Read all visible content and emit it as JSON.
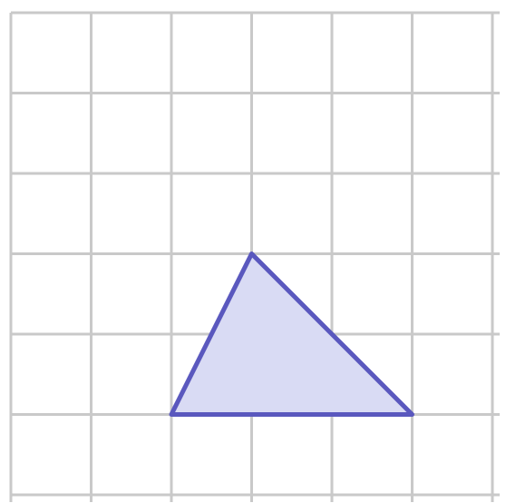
{
  "grid": {
    "columns": 6,
    "rows": 6,
    "line_color": "#c9c9c9"
  },
  "triangle": {
    "vertices": [
      {
        "col": 2,
        "row": 5
      },
      {
        "col": 3,
        "row": 3
      },
      {
        "col": 5,
        "row": 5
      }
    ],
    "fill_color": "#d9dbf4",
    "stroke_color": "#5a58be"
  }
}
